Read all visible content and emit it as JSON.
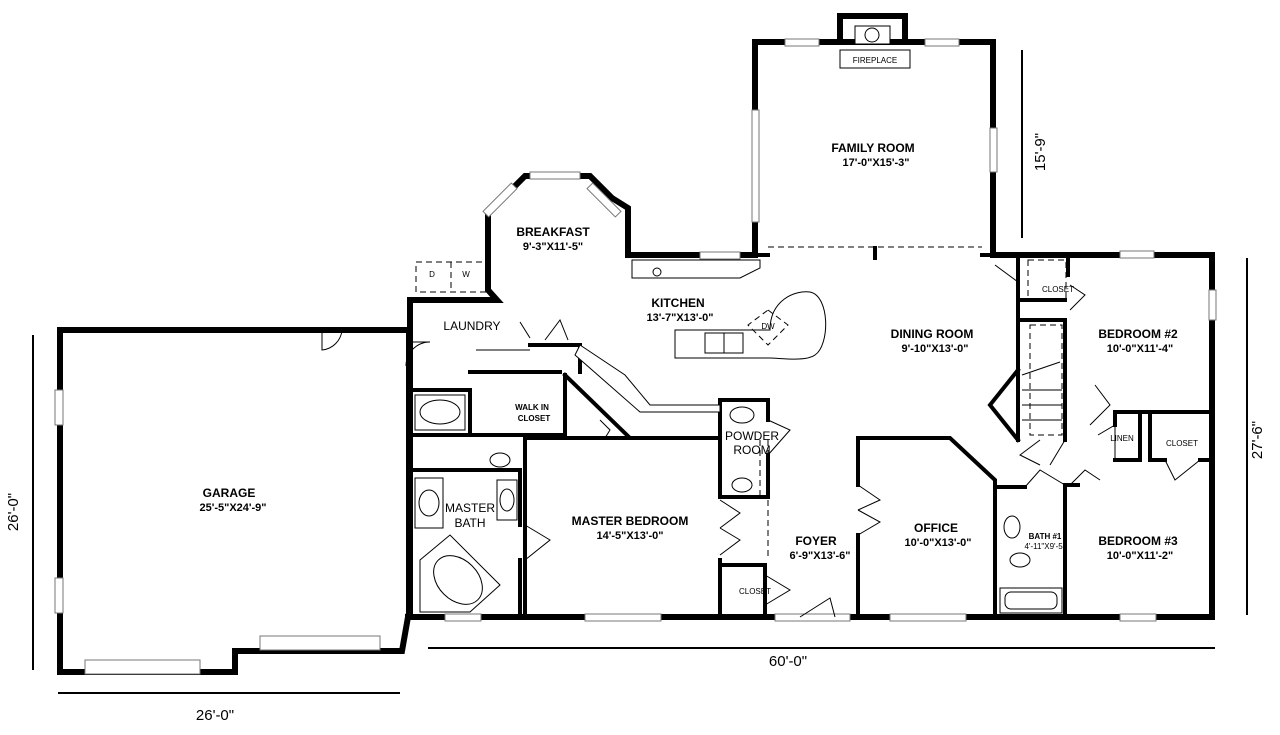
{
  "rooms": {
    "family_room": {
      "name": "FAMILY ROOM",
      "size": "17'-0\"X15'-3\""
    },
    "fireplace": {
      "name": "FIREPLACE"
    },
    "breakfast": {
      "name": "BREAKFAST",
      "size": "9'-3\"X11'-5\""
    },
    "kitchen": {
      "name": "KITCHEN",
      "size": "13'-7\"X13'-0\""
    },
    "dishwasher": {
      "name": "DW"
    },
    "laundry": {
      "name": "LAUNDRY",
      "dryer": "D",
      "washer": "W"
    },
    "dining_room": {
      "name": "DINING ROOM",
      "size": "9'-10\"X13'-0\""
    },
    "bedroom2": {
      "name": "BEDROOM #2",
      "size": "10'-0\"X11'-4\""
    },
    "closet_bed2": {
      "name": "CLOSET"
    },
    "walk_in_closet": {
      "line1": "WALK IN",
      "line2": "CLOSET"
    },
    "powder_room": {
      "line1": "POWDER",
      "line2": "ROOM"
    },
    "linen": {
      "name": "LINEN"
    },
    "closet_bed3": {
      "name": "CLOSET"
    },
    "garage": {
      "name": "GARAGE",
      "size": "25'-5\"X24'-9\""
    },
    "master_bath": {
      "line1": "MASTER",
      "line2": "BATH"
    },
    "master_bedroom": {
      "name": "MASTER BEDROOM",
      "size": "14'-5\"X13'-0\""
    },
    "foyer": {
      "name": "FOYER",
      "size": "6'-9\"X13'-6\""
    },
    "closet_foyer": {
      "name": "CLOSET"
    },
    "office": {
      "name": "OFFICE",
      "size": "10'-0\"X13'-0\""
    },
    "bath1": {
      "name": "BATH #1",
      "size": "4'-11\"X9'-5\""
    },
    "bedroom3": {
      "name": "BEDROOM #3",
      "size": "10'-0\"X11'-2\""
    }
  },
  "dimensions": {
    "family_room_depth": "15'-9\"",
    "house_depth": "27'-6\"",
    "garage_depth": "26'-0\"",
    "garage_width": "26'-0\"",
    "house_width": "60'-0\""
  }
}
